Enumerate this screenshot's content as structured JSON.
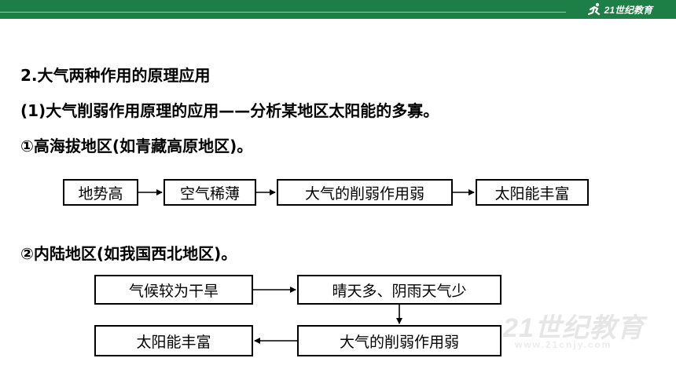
{
  "header": {
    "logo_text": "21世纪教育",
    "logo_icon": "runner-icon",
    "bar_color": "#1d7f46"
  },
  "content": {
    "heading": "2.大气两种作用的原理应用",
    "subheading": "(1)大气削弱作用原理的应用——分析某地区太阳能的多寡。",
    "case1_title": "①高海拔地区(如青藏高原地区)。",
    "case2_title": "②内陆地区(如我国西北地区)。"
  },
  "flow1": {
    "boxes": [
      "地势高",
      "空气稀薄",
      "大气的削弱作用弱",
      "太阳能丰富"
    ]
  },
  "flow2": {
    "boxes": [
      "气候较为干旱",
      "晴天多、阴雨天气少",
      "大气的削弱作用弱",
      "太阳能丰富"
    ]
  },
  "watermark": {
    "text": "21世纪教育",
    "sub": "www.21cnjy.com"
  }
}
